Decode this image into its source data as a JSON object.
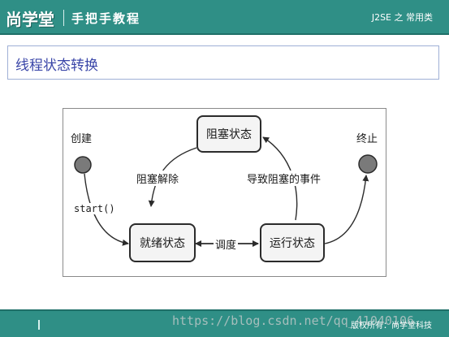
{
  "header": {
    "logo": "尚学堂",
    "course": "手把手教程",
    "topic": "J2SE 之 常用类"
  },
  "slide": {
    "title": "线程状态转换"
  },
  "diagram": {
    "states": {
      "start": "创建",
      "blocked": "阻塞状态",
      "ready": "就绪状态",
      "running": "运行状态",
      "end": "终止"
    },
    "transitions": {
      "start_call": "start()",
      "unblock": "阻塞解除",
      "block_event": "导致阻塞的事件",
      "schedule": "调度"
    },
    "colors": {
      "node_fill": "#7a7a7a",
      "box_fill": "#f4f4f4",
      "stroke": "#2b2b2b"
    }
  },
  "footer": {
    "watermark": "https://blog.csdn.net/qq_41040106",
    "copyright": "版权所有：尚学堂科技"
  },
  "theme": {
    "bar_color": "#2f8f86",
    "title_color": "#3a46a8"
  }
}
